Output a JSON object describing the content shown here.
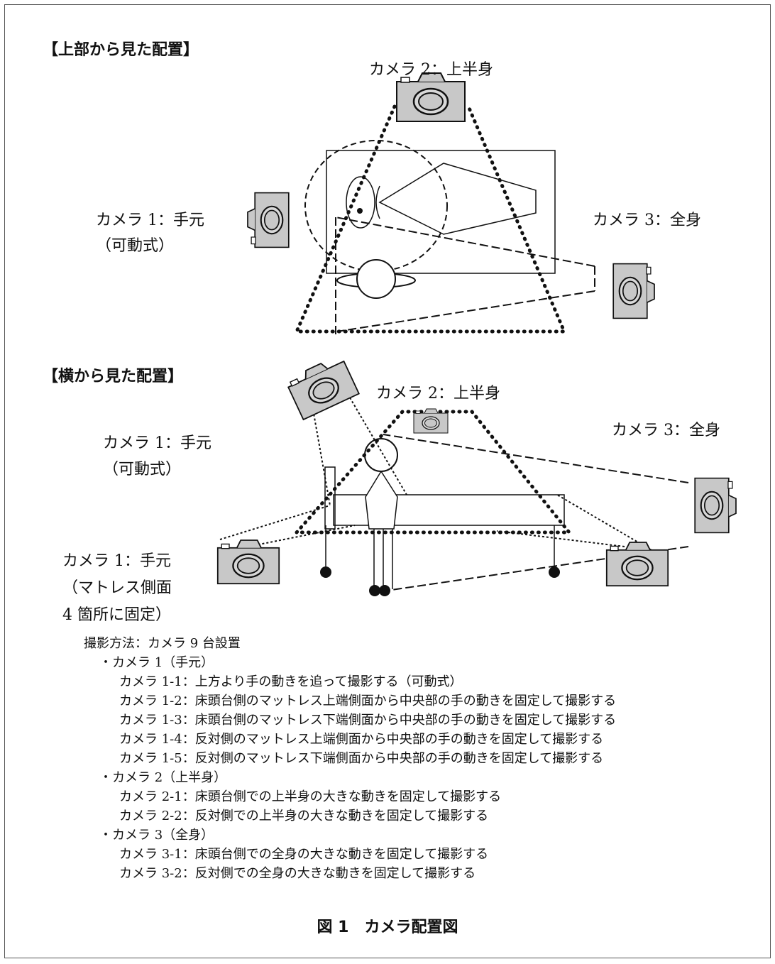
{
  "top_view": {
    "heading": "【上部から見た配置】",
    "camera2": "カメラ 2：上半身",
    "camera1_line1": "カメラ 1：手元",
    "camera1_line2": "（可動式）",
    "camera3": "カメラ 3：全身"
  },
  "side_view": {
    "heading": "【横から見た配置】",
    "camera2": "カメラ 2：上半身",
    "camera1_line1": "カメラ 1：手元",
    "camera1_line2": "（可動式）",
    "camera3": "カメラ 3：全身",
    "camera1_fixed_line1": "カメラ 1：手元",
    "camera1_fixed_line2": "（マトレス側面",
    "camera1_fixed_line3": "4 箇所に固定）"
  },
  "method": {
    "title": "撮影方法：カメラ 9 台設置",
    "groups": [
      {
        "label": "・カメラ 1（手元）",
        "items": [
          "カメラ 1-1：上方より手の動きを追って撮影する（可動式）",
          "カメラ 1-2：床頭台側のマットレス上端側面から中央部の手の動きを固定して撮影する",
          "カメラ 1-3：床頭台側のマットレス下端側面から中央部の手の動きを固定して撮影する",
          "カメラ 1-4：反対側のマットレス上端側面から中央部の手の動きを固定して撮影する",
          "カメラ 1-5：反対側のマットレス下端側面から中央部の手の動きを固定して撮影する"
        ]
      },
      {
        "label": "・カメラ 2（上半身）",
        "items": [
          "カメラ 2-1：床頭台側での上半身の大きな動きを固定して撮影する",
          "カメラ 2-2：反対側での上半身の大きな動きを固定して撮影する"
        ]
      },
      {
        "label": "・カメラ 3（全身）",
        "items": [
          "カメラ 3-1：床頭台側での全身の大きな動きを固定して撮影する",
          "カメラ 3-2：反対側での全身の大きな動きを固定して撮影する"
        ]
      }
    ]
  },
  "caption": "図 1　カメラ配置図",
  "colors": {
    "camera_fill": "#c8c8c8",
    "line": "#111111"
  },
  "icons": [
    "camera-icon",
    "person-head-icon",
    "mattress-leg-icon"
  ]
}
